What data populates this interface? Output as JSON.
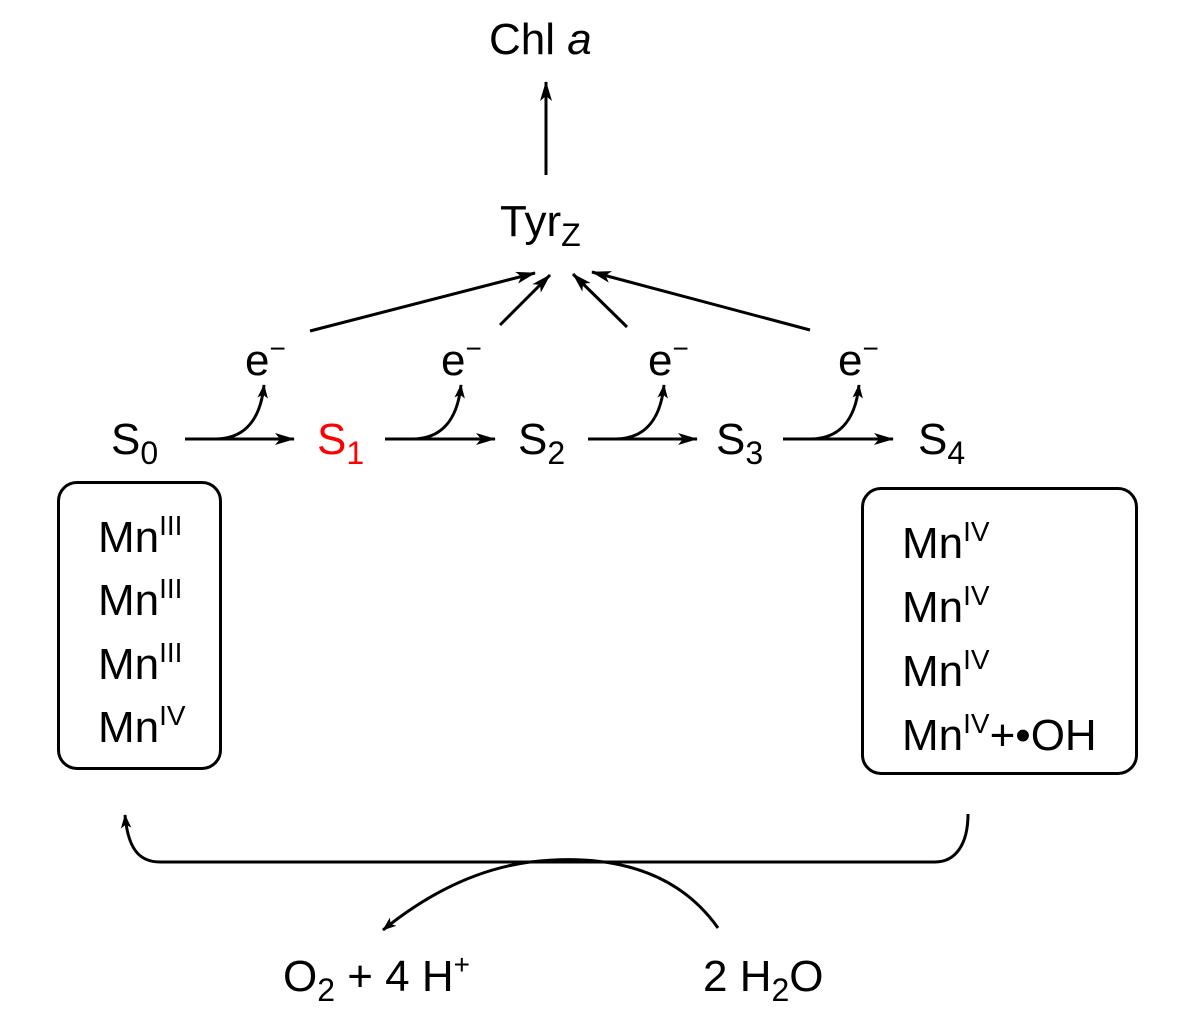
{
  "colors": {
    "ink": "#000000",
    "highlight": "#ff0000"
  },
  "top": {
    "chl": {
      "main": "Chl ",
      "italic": "a"
    },
    "tyr": {
      "main": "Tyr",
      "sub": "Z"
    }
  },
  "electron": {
    "main": "e",
    "sup": "−"
  },
  "states": [
    {
      "main": "S",
      "sub": "0",
      "highlight": false
    },
    {
      "main": "S",
      "sub": "1",
      "highlight": true
    },
    {
      "main": "S",
      "sub": "2",
      "highlight": false
    },
    {
      "main": "S",
      "sub": "3",
      "highlight": false
    },
    {
      "main": "S",
      "sub": "4",
      "highlight": false
    }
  ],
  "s0_box": [
    {
      "main": "Mn",
      "sup": "III",
      "tail": ""
    },
    {
      "main": "Mn",
      "sup": "III",
      "tail": ""
    },
    {
      "main": "Mn",
      "sup": "III",
      "tail": ""
    },
    {
      "main": "Mn",
      "sup": "IV",
      "tail": ""
    }
  ],
  "s4_box": [
    {
      "main": "Mn",
      "sup": "IV",
      "tail": ""
    },
    {
      "main": "Mn",
      "sup": "IV",
      "tail": ""
    },
    {
      "main": "Mn",
      "sup": "IV",
      "tail": ""
    },
    {
      "main": "Mn",
      "sup": "IV",
      "tail": "+•OH"
    }
  ],
  "products": {
    "o2": "O",
    "o2_sub": "2",
    "rest": " + 4 H",
    "h_sup": "+"
  },
  "reactants": {
    "coef": "2 H",
    "h_sub": "2",
    "o": "O"
  }
}
